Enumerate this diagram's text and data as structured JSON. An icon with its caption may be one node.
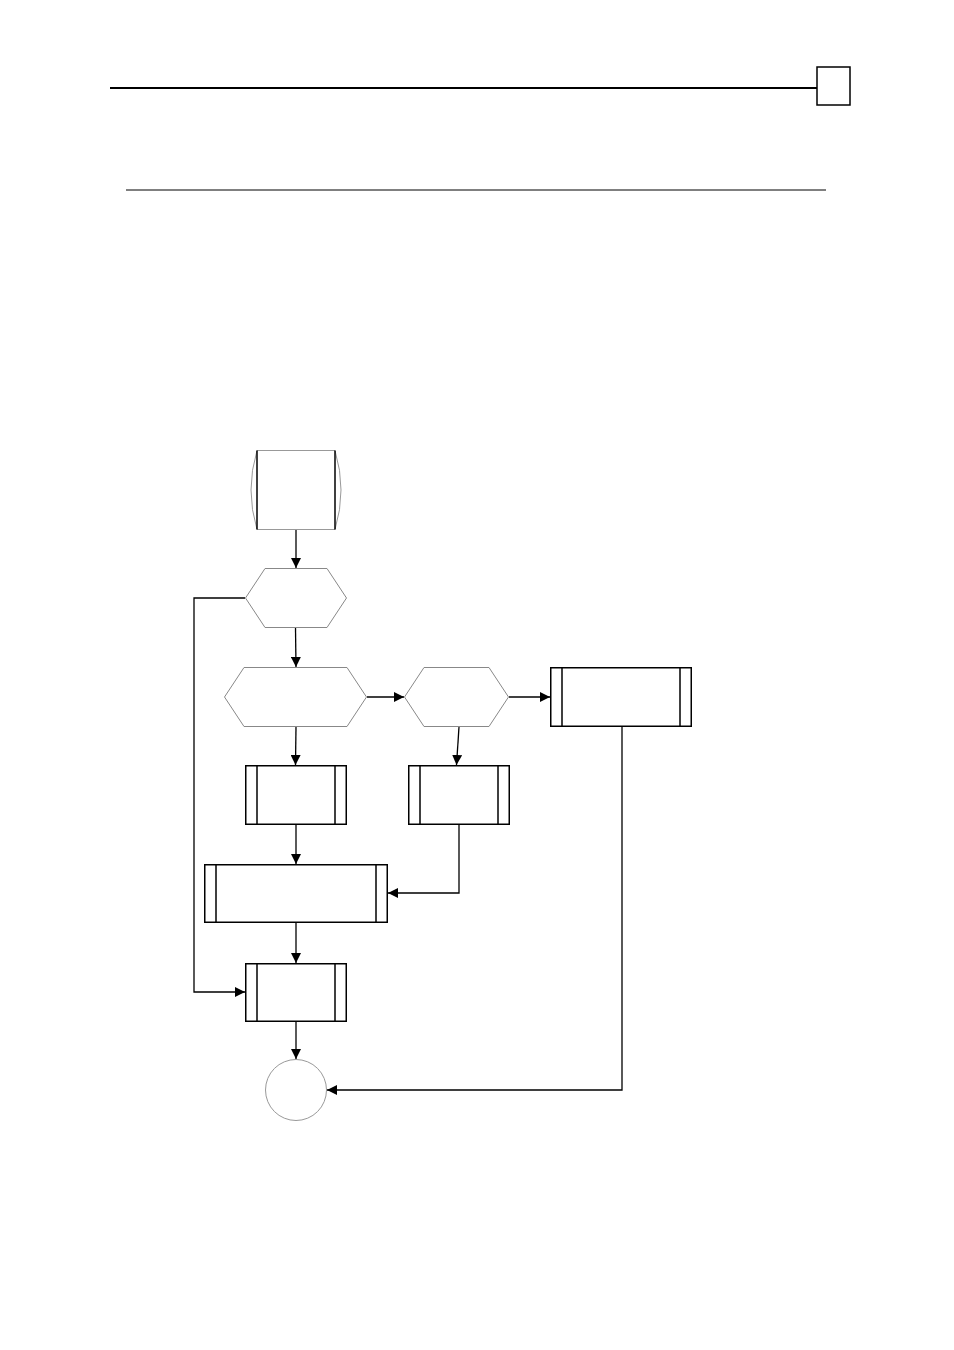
{
  "diagram": {
    "nodes": [
      {
        "text": [],
        "shape": "terminal"
      },
      {
        "text": [],
        "shape": "hexagon"
      },
      {
        "text": [],
        "shape": "hexagon"
      },
      {
        "text": [],
        "shape": "hexagon"
      },
      {
        "text": [],
        "shape": "box"
      },
      {
        "text": [],
        "shape": "box"
      },
      {
        "text": [],
        "shape": "box"
      },
      {
        "text": [],
        "shape": "box"
      },
      {
        "text": [],
        "shape": "box"
      },
      {
        "text": [],
        "shape": "circle"
      }
    ],
    "edges": [
      {
        "from": 0,
        "to": 1,
        "arrow": "to"
      },
      {
        "from": 1,
        "to": 2,
        "arrow": "to"
      },
      {
        "from": 2,
        "to": 3,
        "arrow": "to"
      },
      {
        "from": 3,
        "to": 4,
        "arrow": "to"
      },
      {
        "from": 2,
        "to": 5,
        "arrow": "to"
      },
      {
        "from": 3,
        "to": 6,
        "arrow": "to"
      },
      {
        "from": 5,
        "to": 7,
        "arrow": "to"
      },
      {
        "from": 6,
        "to": 7,
        "arrow": "to"
      },
      {
        "from": 7,
        "to": 8,
        "arrow": "to"
      },
      {
        "from": 1,
        "to": 8,
        "arrow": "to"
      },
      {
        "from": 8,
        "to": 9,
        "arrow": "to"
      },
      {
        "from": 4,
        "to": 9,
        "arrow": "to"
      }
    ]
  }
}
